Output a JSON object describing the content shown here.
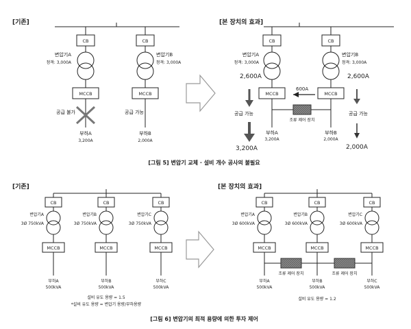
{
  "fig5": {
    "left_header": "[기존]",
    "right_header": "[본 장치의 효과]",
    "cb": "CB",
    "mccb": "MCCB",
    "txA_name": "변압기A",
    "txA_rating": "정격: 3,000A",
    "txB_name": "변압기B",
    "txB_rating": "정격: 3,000A",
    "supply_fail": "공급 불가",
    "supply_ok": "공급 가능",
    "loadA_name": "부하A",
    "loadA_value": "3,200A",
    "loadB_name": "부하B",
    "loadB_value": "2,000A",
    "flow_A": "2,600A",
    "flow_B": "2,600A",
    "transfer": "600A",
    "device": "조류 제어 장치",
    "out_A": "3,200A",
    "out_B": "2,000A",
    "caption": "[그림 5] 변압기 교체 · 설비 개수 공사의 불필요"
  },
  "fig6": {
    "left_header": "[기존]",
    "right_header": "[본 장치의 효과]",
    "cb": "CB",
    "mccb": "MCCB",
    "left_tx": [
      {
        "name": "변압기A",
        "rating": "3Ø 750kVA"
      },
      {
        "name": "변압기B",
        "rating": "3Ø 750kVA"
      },
      {
        "name": "변압기C",
        "rating": "3Ø 750kVA"
      }
    ],
    "right_tx": [
      {
        "name": "변압기A",
        "rating": "3Ø 600kVA"
      },
      {
        "name": "변압기B",
        "rating": "3Ø 600kVA"
      },
      {
        "name": "변압기C",
        "rating": "3Ø 600kVA"
      }
    ],
    "loads": [
      {
        "name": "부하A",
        "value": "500kVA"
      },
      {
        "name": "부하B",
        "value": "500kVA"
      },
      {
        "name": "부하C",
        "value": "500kVA"
      }
    ],
    "device": "조류 제어 장치",
    "left_ratio": "설비 유도 용량 = 1.5",
    "left_note": "*설비 유도 용량 = 변압기 용량/부하용량",
    "right_ratio": "설비 유도 용량 = 1.2",
    "caption": "[그림 6] 변압기의 최적 용량에 의한 투자 제어"
  }
}
